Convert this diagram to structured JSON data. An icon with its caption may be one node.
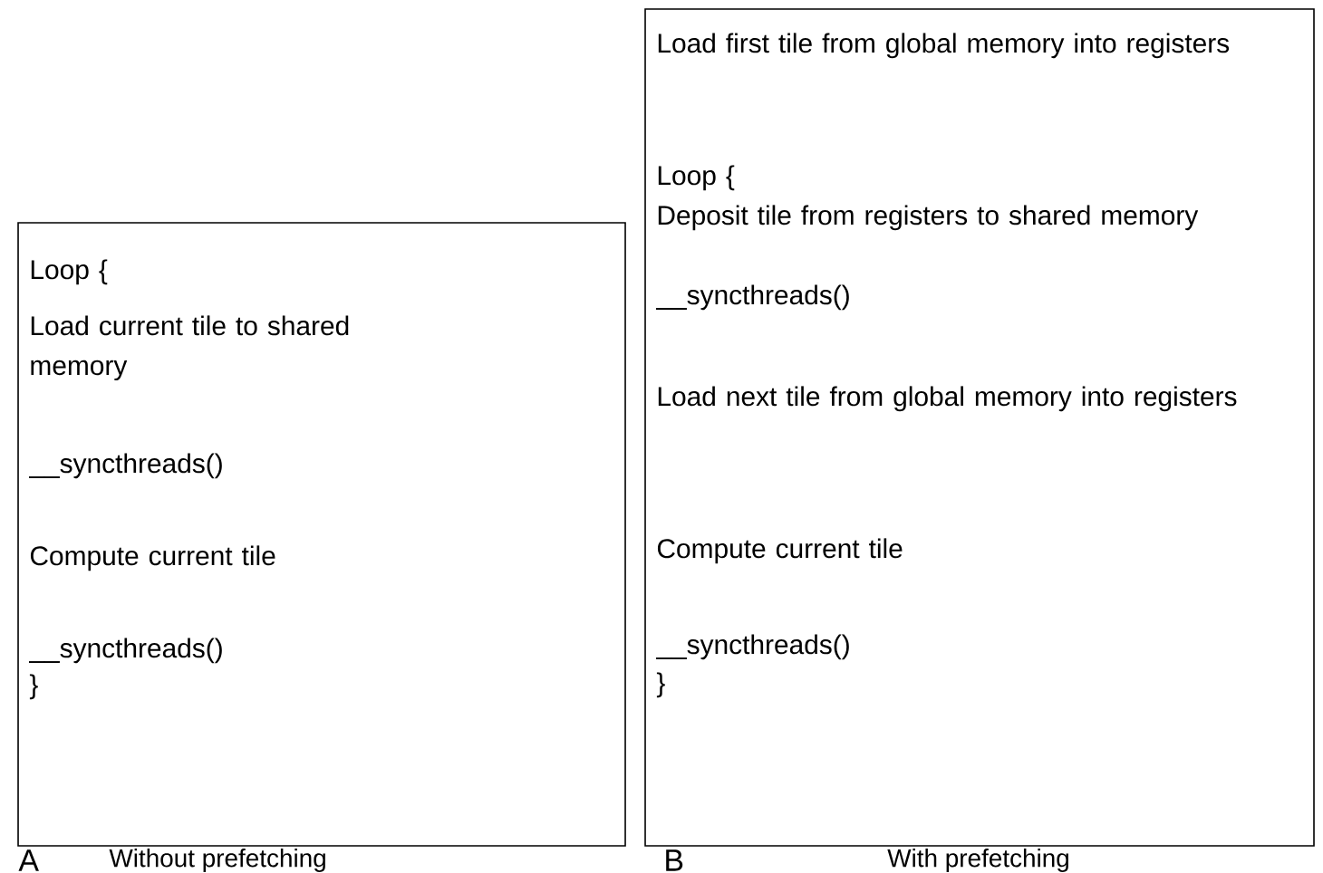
{
  "diagram": {
    "nodes": [
      {
        "text": [
          "Loop {",
          "Load current tile to shared memory",
          "__syncthreads()",
          "Compute current tile",
          "__syncthreads()",
          "}"
        ]
      },
      {
        "text": [
          "Load first tile from global memory into registers",
          "Loop {",
          "Deposit tile from registers to shared memory",
          "__syncthreads()",
          "Load next tile from global memory into registers",
          "Compute current tile",
          "__syncthreads()",
          "}"
        ]
      }
    ],
    "labels": [
      "A",
      "Without prefetching",
      "B",
      "With prefetching"
    ]
  }
}
